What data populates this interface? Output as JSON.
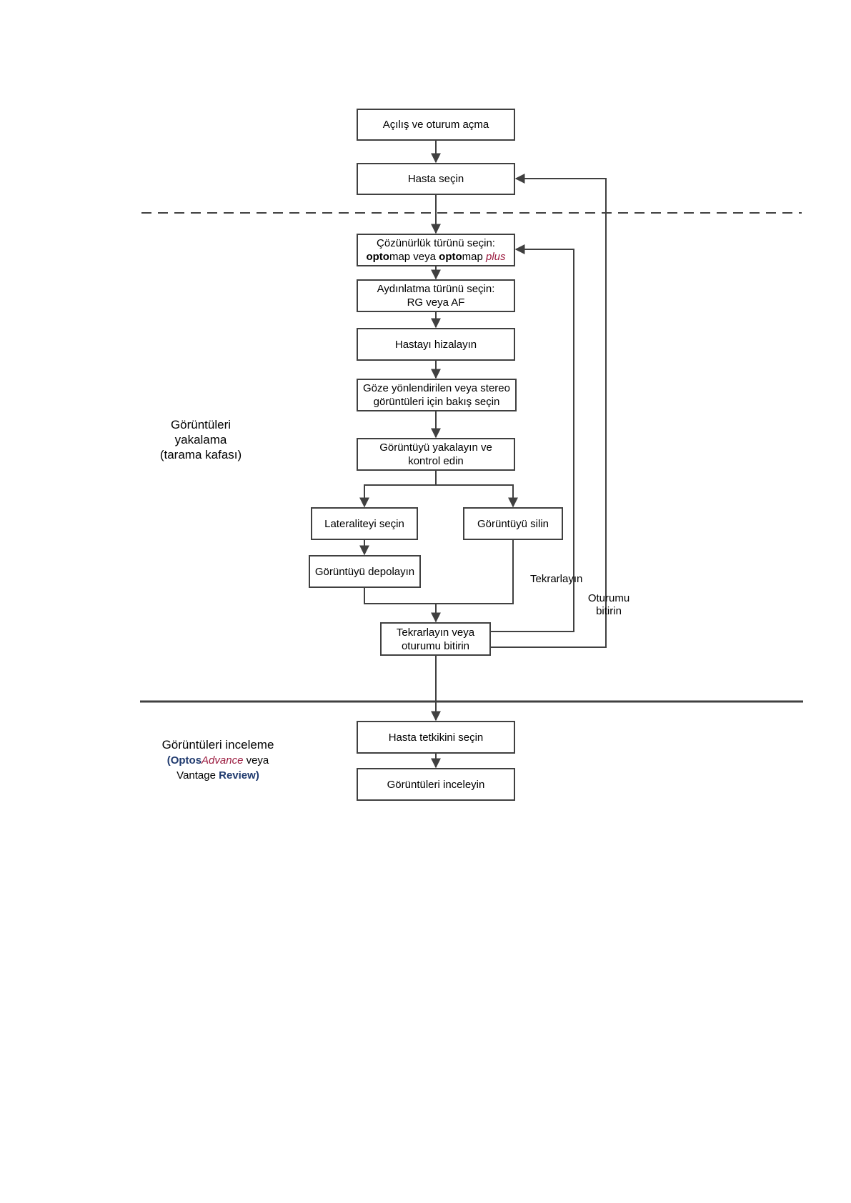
{
  "diagram": {
    "nodes": {
      "start": "Açılış ve oturum açma",
      "select_patient": "Hasta seçin",
      "resolution_line1": "Çözünürlük türünü seçin:",
      "resolution_opto1": "opto",
      "resolution_map1": "map veya ",
      "resolution_opto2": "opto",
      "resolution_map2": "map ",
      "resolution_plus": "plus",
      "illumination_line1": "Aydınlatma türünü seçin:",
      "illumination_line2": "RG veya AF",
      "align_patient": "Hastayı hizalayın",
      "view_line1": "Göze yönlendirilen veya stereo",
      "view_line2": "görüntüleri için bakış seçin",
      "capture_line1": "Görüntüyü yakalayın ve",
      "capture_line2": "kontrol edin",
      "laterality": "Lateraliteyi seçin",
      "delete_image": "Görüntüyü silin",
      "store_image": "Görüntüyü depolayın",
      "repeat_line1": "Tekrarlayın veya",
      "repeat_line2": "oturumu bitirin",
      "select_exam": "Hasta tetkikini seçin",
      "review_images": "Görüntüleri inceleyin"
    },
    "edge_labels": {
      "repeat": "Tekrarlayın",
      "end_session_line1": "Oturumu",
      "end_session_line2": "bitirin"
    },
    "sections": {
      "capture_line1": "Görüntüleri",
      "capture_line2": "yakalama",
      "capture_line3": "(tarama kafası)",
      "review_line1": "Görüntüleri inceleme",
      "review_paren_open": "(",
      "review_optos": "Optos",
      "review_advance": "Advance",
      "review_veya": " veya",
      "review_vantage": "Vantage ",
      "review_review": "Review",
      "review_paren_close": ")"
    },
    "colors": {
      "line": "#404040",
      "accent_red": "#9b1b3f",
      "accent_navy": "#1f3a6e"
    }
  }
}
